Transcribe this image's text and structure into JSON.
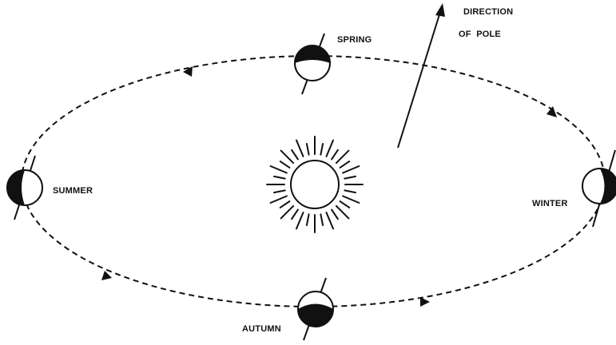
{
  "diagram": {
    "labels": {
      "spring": "SPRING",
      "summer": "SUMMER",
      "autumn": "AUTUMN",
      "winter": "WINTER",
      "direction_line1": "DIRECTION",
      "direction_line2": "OF  POLE"
    },
    "colors": {
      "ink": "#111111",
      "background": "#ffffff"
    }
  }
}
